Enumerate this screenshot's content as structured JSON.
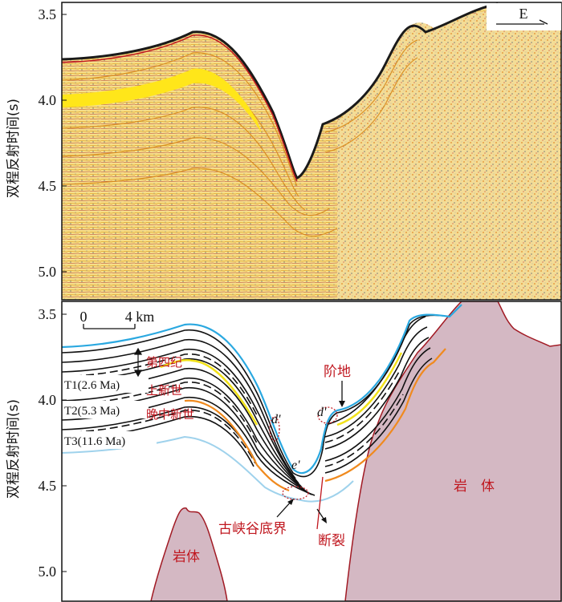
{
  "top_panel": {
    "y_axis_label": "双程反射时间(s)",
    "y_ticks": [
      "3.5",
      "4.0",
      "4.5",
      "5.0"
    ],
    "direction_label": "E"
  },
  "bottom_panel": {
    "y_axis_label": "双程反射时间(s)",
    "y_ticks": [
      "3.5",
      "4.0",
      "4.5",
      "5.0"
    ],
    "scale_bar": {
      "start": "0",
      "end": "4 km"
    },
    "horizons": [
      {
        "id": "T1",
        "label": "T1(2.6 Ma)"
      },
      {
        "id": "T2",
        "label": "T2(5.3 Ma)"
      },
      {
        "id": "T3",
        "label": "T3(11.6 Ma)"
      }
    ],
    "strata_labels": [
      "第四纪",
      "上新世",
      "晚中新世"
    ],
    "feature_labels": {
      "terrace": "阶地",
      "canyon_base": "古峡谷底界",
      "fault": "断裂",
      "rock_left": "岩体",
      "rock_right": "岩　体"
    },
    "markers": {
      "d_left": "d'",
      "d_right": "d'",
      "e": "e'"
    },
    "colors": {
      "rock_fill": "#d4b8c3",
      "rock_outline": "#a11a24",
      "seafloor": "#2aa8e0",
      "base": "#9fd2ec",
      "annotation_red": "#c0171f",
      "yellow_horizon": "#f2e21a",
      "orange_horizon": "#f08a1e"
    }
  }
}
